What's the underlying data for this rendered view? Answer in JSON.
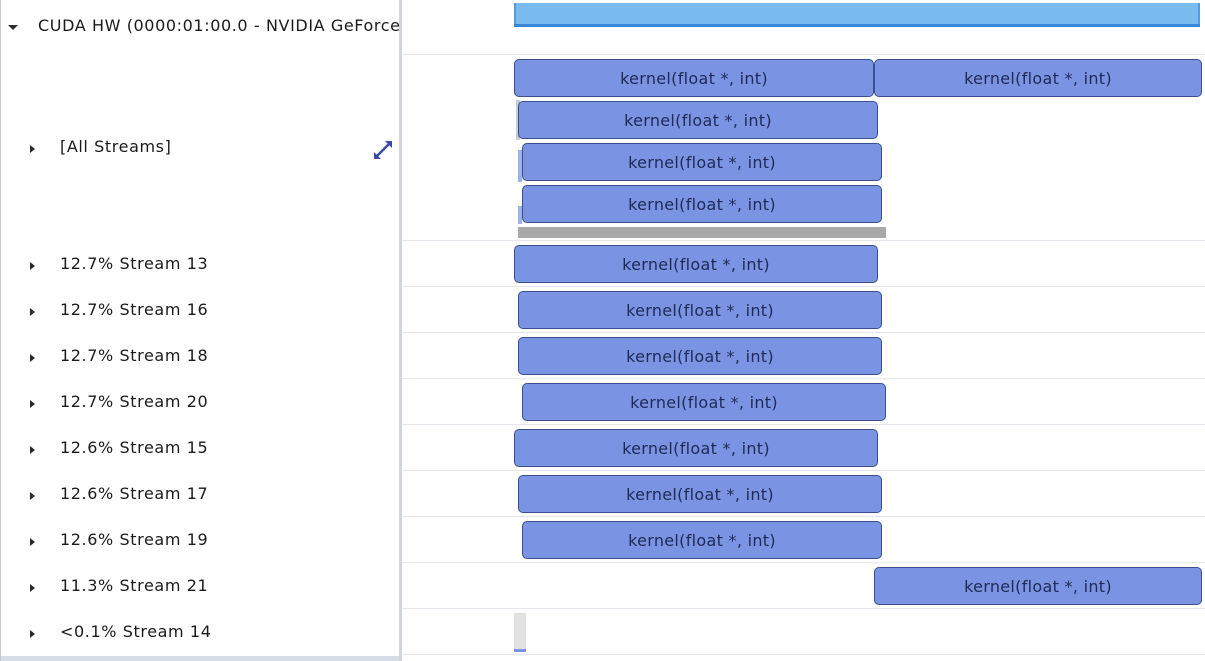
{
  "tree": {
    "root_label": "CUDA HW (0000:01:00.0 - NVIDIA GeForce",
    "all_streams_label": "[All Streams]",
    "streams": [
      {
        "label": "12.7% Stream 13"
      },
      {
        "label": "12.7% Stream 16"
      },
      {
        "label": "12.7% Stream 18"
      },
      {
        "label": "12.7% Stream 20"
      },
      {
        "label": "12.6% Stream 15"
      },
      {
        "label": "12.6% Stream 17"
      },
      {
        "label": "12.6% Stream 19"
      },
      {
        "label": "11.3% Stream 21"
      },
      {
        "label": "<0.1% Stream 14"
      }
    ]
  },
  "kernel_label": "kernel(float *, int)",
  "icons": {
    "expand": "expand-arrows-icon",
    "collapse": "triangle-down-icon",
    "expand_row": "triangle-right-icon"
  },
  "colors": {
    "kernel_fill": "#7a93e2",
    "kernel_border": "#3b4f8e",
    "utilization_bar": "#7bbcf0",
    "expand_icon": "#3d4aa8"
  }
}
